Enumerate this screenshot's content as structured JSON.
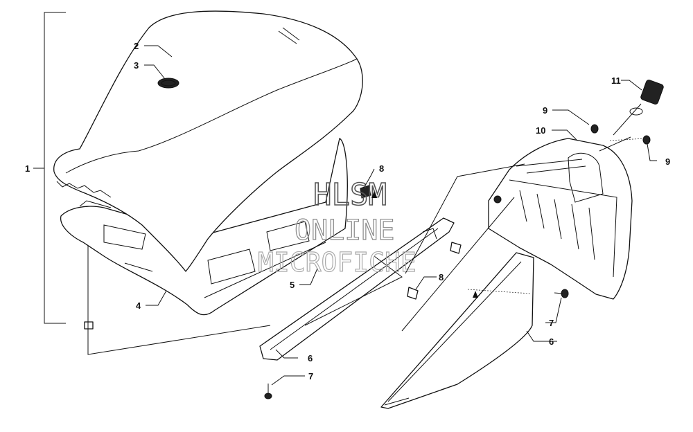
{
  "diagram": {
    "callouts": [
      "1",
      "2",
      "3",
      "4",
      "5",
      "6",
      "6",
      "7",
      "7",
      "8",
      "8",
      "9",
      "9",
      "10",
      "11"
    ],
    "watermark": [
      "HLSM",
      "ONLINE",
      "MICROFICHE"
    ]
  }
}
